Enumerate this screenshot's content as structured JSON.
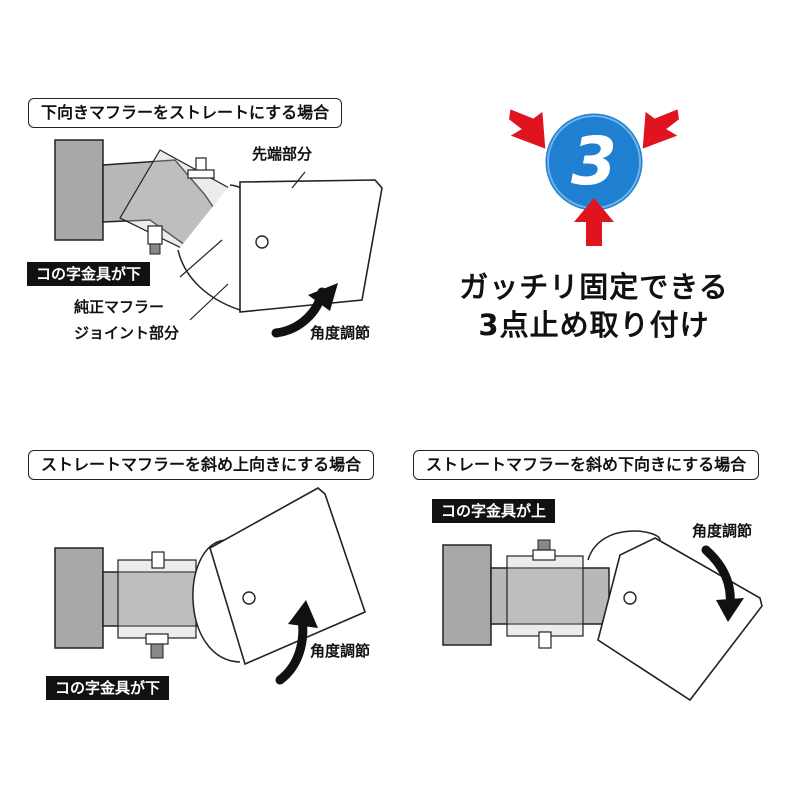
{
  "panel_straight": {
    "title": "下向きマフラーをストレートにする場合",
    "label_tip": "先端部分",
    "label_bracket": "コの字金具が下",
    "label_joint_1": "純正マフラー",
    "label_joint_2": "ジョイント部分",
    "label_angle": "角度調節"
  },
  "badge": {
    "number": "3",
    "line1": "ガッチリ固定できる",
    "line2": "3点止め取り付け",
    "color_circle": "#1f7fd0",
    "color_arrow": "#e0141e"
  },
  "panel_up": {
    "title": "ストレートマフラーを斜め上向きにする場合",
    "label_angle": "角度調節",
    "label_bracket": "コの字金具が下"
  },
  "panel_down": {
    "title": "ストレートマフラーを斜め下向きにする場合",
    "label_bracket": "コの字金具が上",
    "label_angle": "角度調節"
  }
}
